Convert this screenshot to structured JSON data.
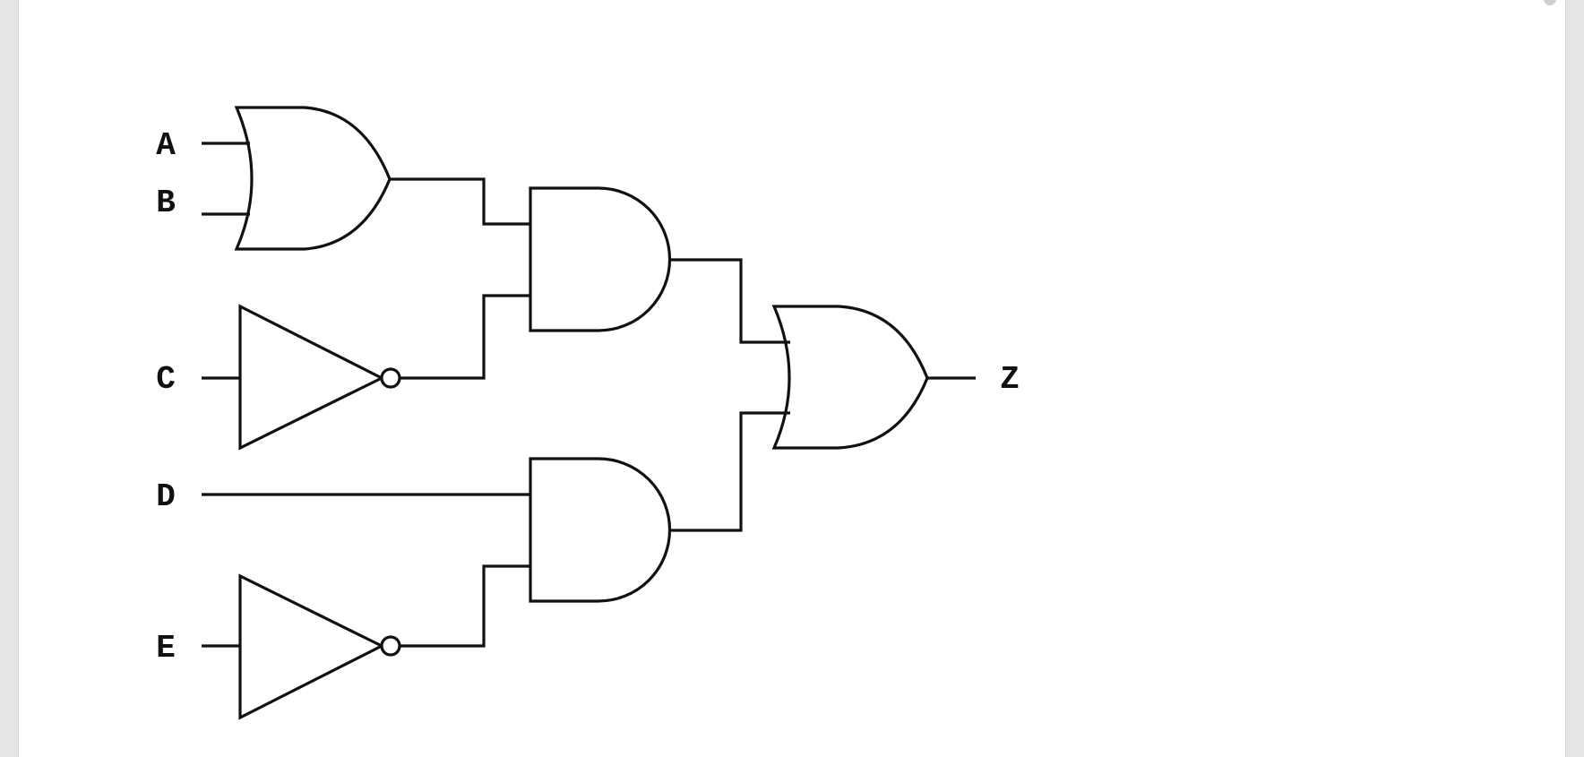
{
  "circuit": {
    "inputs": {
      "a": "A",
      "b": "B",
      "c": "C",
      "d": "D",
      "e": "E"
    },
    "output": "Z"
  }
}
